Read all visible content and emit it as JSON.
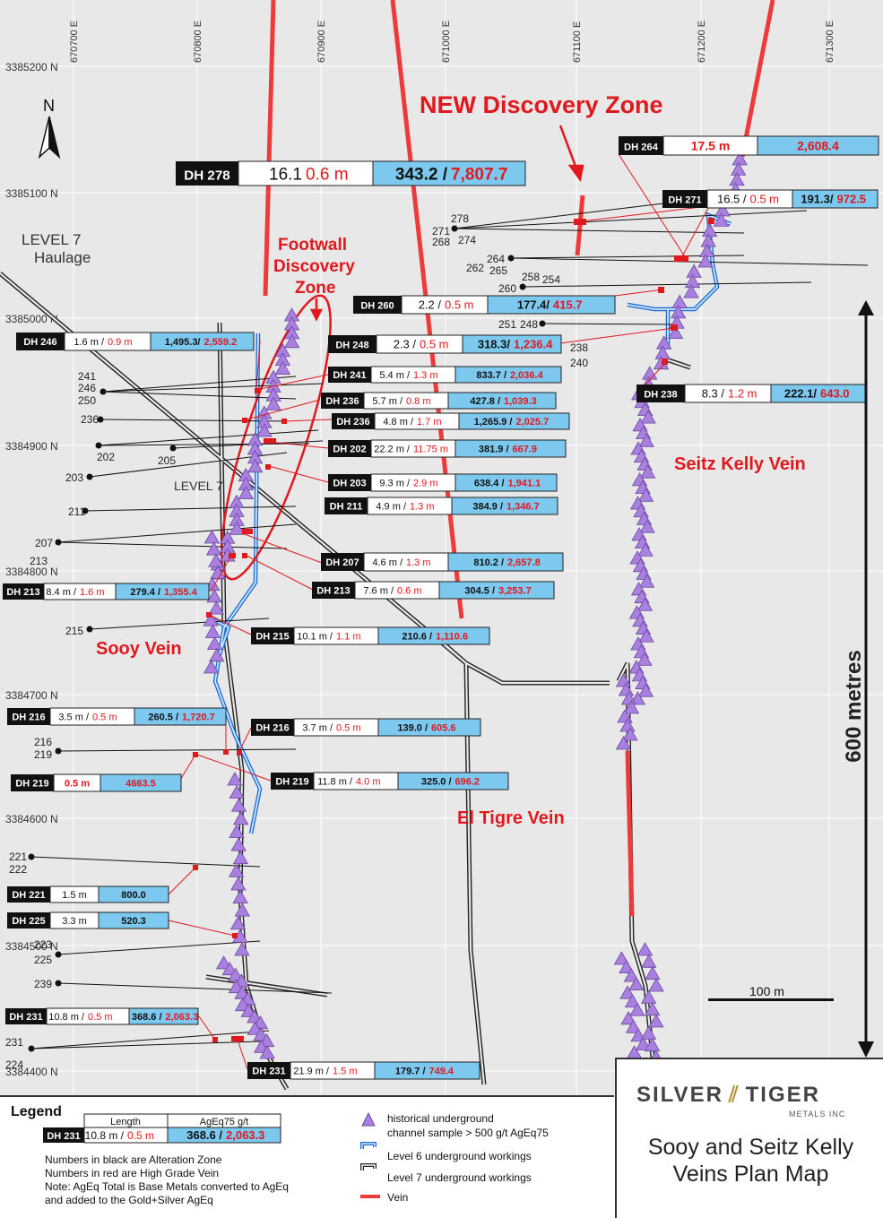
{
  "map": {
    "title_line1": "Sooy and Seitz Kelly",
    "title_line2": "Veins Plan Map",
    "north_label": "N",
    "scale_label": "100 m",
    "span_label": "600 metres",
    "level7_haulage": [
      "LEVEL 7",
      "Haulage"
    ],
    "level7_label": "LEVEL 7",
    "new_discovery": "NEW Discovery Zone",
    "footwall_discovery": [
      "Footwall",
      "Discovery",
      "Zone"
    ],
    "veins": {
      "sooy": "Sooy Vein",
      "seitz": "Seitz Kelly Vein",
      "tigre": "El Tigre Vein"
    },
    "eastings": [
      "670700 E",
      "670800 E",
      "670900 E",
      "671000 E",
      "671100 E",
      "671200 E",
      "671300 E"
    ],
    "northings": [
      "3385200 N",
      "3385100 N",
      "3385000 N",
      "3384900 N",
      "3384800 N",
      "3384700 N",
      "3384600 N",
      "3384500 N",
      "3384400 N"
    ],
    "collar_labels": [
      "278",
      "271",
      "268",
      "274",
      "264",
      "262",
      "265",
      "258",
      "254",
      "260",
      "251",
      "248",
      "238",
      "240",
      "241",
      "246",
      "250",
      "236",
      "202",
      "205",
      "203",
      "211",
      "207",
      "213",
      "215",
      "216",
      "219",
      "221",
      "222",
      "223",
      "225",
      "239",
      "231",
      "224"
    ]
  },
  "logo": {
    "brand_left": "SILVER",
    "brand_right": "TIGER",
    "brand_sub": "METALS INC"
  },
  "intercepts": [
    {
      "hole": "DH 278",
      "len": "16.1",
      "hg": "0.6  m",
      "ag": "343.2 /",
      "ag_hg": "7,807.7"
    },
    {
      "hole": "DH 264",
      "len": "",
      "hg": "17.5  m",
      "ag": "",
      "ag_hg": "2,608.4"
    },
    {
      "hole": "DH 271",
      "len": "16.5 /",
      "hg": "0.5 m",
      "ag": "191.3/",
      "ag_hg": "972.5"
    },
    {
      "hole": "DH 260",
      "len": "2.2 /",
      "hg": "0.5  m",
      "ag": "177.4/",
      "ag_hg": "415.7"
    },
    {
      "hole": "DH 248",
      "len": "2.3 /",
      "hg": "0.5  m",
      "ag": "318.3/",
      "ag_hg": "1,236.4"
    },
    {
      "hole": "DH 238",
      "len": "8.3 /",
      "hg": "1.2  m",
      "ag": "222.1/",
      "ag_hg": "643.0"
    },
    {
      "hole": "DH 246",
      "len": "1.6 m /",
      "hg": "0.9 m",
      "ag": "1,495.3/",
      "ag_hg": "2,559.2"
    },
    {
      "hole": "DH 241",
      "len": "5.4 m /",
      "hg": "1.3 m",
      "ag": "833.7 /",
      "ag_hg": "2,036.4"
    },
    {
      "hole": "DH 236",
      "len": "5.7 m /",
      "hg": "0.8 m",
      "ag": "427.8 /",
      "ag_hg": "1,039.3"
    },
    {
      "hole": "DH 236",
      "len": "4.8 m /",
      "hg": "1.7 m",
      "ag": "1,265.9 /",
      "ag_hg": "2,025.7"
    },
    {
      "hole": "DH 202",
      "len": "22.2 m /",
      "hg": "11.75 m",
      "ag": "381.9 /",
      "ag_hg": "667.9"
    },
    {
      "hole": "DH 203",
      "len": "9.3 m /",
      "hg": "2.9 m",
      "ag": "638.4 /",
      "ag_hg": "1,941.1"
    },
    {
      "hole": "DH 211",
      "len": "4.9 m /",
      "hg": "1.3 m",
      "ag": "384.9 /",
      "ag_hg": "1,346.7"
    },
    {
      "hole": "DH 207",
      "len": "4.6 m /",
      "hg": "1.3 m",
      "ag": "810.2 /",
      "ag_hg": "2,657.8"
    },
    {
      "hole": "DH 213",
      "len": "7.6 m /",
      "hg": "0.6 m",
      "ag": "304.5 /",
      "ag_hg": "3,253.7"
    },
    {
      "hole": "DH 213",
      "len": "8.4 m /",
      "hg": "1.6 m",
      "ag": "279.4 /",
      "ag_hg": "1,355.4"
    },
    {
      "hole": "DH 215",
      "len": "10.1 m /",
      "hg": "1.1 m",
      "ag": "210.6 /",
      "ag_hg": "1,110.6"
    },
    {
      "hole": "DH 216",
      "len": "3.5 m /",
      "hg": "0.5 m",
      "ag": "260.5 /",
      "ag_hg": "1,720.7"
    },
    {
      "hole": "DH 216",
      "len": "3.7 m /",
      "hg": "0.5 m",
      "ag": "139.0 /",
      "ag_hg": "605.6"
    },
    {
      "hole": "DH 219",
      "len": "",
      "hg": "0.5 m",
      "ag": "",
      "ag_hg": "4663.5"
    },
    {
      "hole": "DH 219",
      "len": "11.8 m /",
      "hg": "4.0 m",
      "ag": "325.0 /",
      "ag_hg": "696.2"
    },
    {
      "hole": "DH 221",
      "len": "1.5 m",
      "hg": "",
      "ag": "800.0",
      "ag_hg": ""
    },
    {
      "hole": "DH 225",
      "len": "3.3 m",
      "hg": "",
      "ag": "520.3",
      "ag_hg": ""
    },
    {
      "hole": "DH 231",
      "len": "10.8 m /",
      "hg": "0.5 m",
      "ag": "368.6 /",
      "ag_hg": "2,063.3"
    },
    {
      "hole": "DH 231",
      "len": "21.9 m /",
      "hg": "1.5 m",
      "ag": "179.7 /",
      "ag_hg": "749.4"
    }
  ],
  "legend": {
    "title": "Legend",
    "col_length": "Length",
    "col_ageq": "AgEq75 g/t",
    "sample": {
      "hole": "DH 231",
      "len": "10.8 m /",
      "hg": "0.5 m",
      "ag": "368.6 /",
      "ag_hg": "2,063.3"
    },
    "notes": [
      "Numbers in black are Alteration Zone",
      "Numbers in red are High Grade Vein",
      "Note: AgEq Total is Base Metals converted to AgEq",
      "and added to the Gold+Silver AgEq"
    ],
    "items": [
      "historical underground",
      "channel sample   > 500 g/t AgEq75",
      "Level 6 underground workings",
      "Level 7 underground workings",
      "Vein"
    ]
  },
  "colors": {
    "vein": "#ee3a3a",
    "level6": "#3a8ee6",
    "box_blue": "#7dc8ef",
    "triangle": "#a97fe0",
    "red_text": "#e0191e",
    "bg": "#e8e8e8"
  }
}
